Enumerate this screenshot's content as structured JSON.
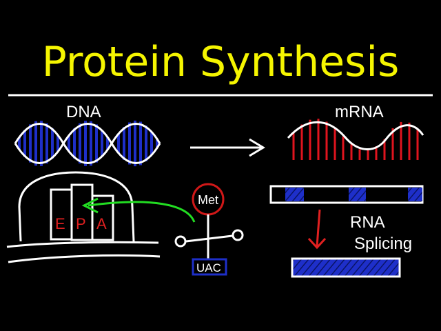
{
  "title": "Protein Synthesis",
  "labels": {
    "dna": "DNA",
    "mrna": "mRNA",
    "site_e": "E",
    "site_p": "P",
    "site_a": "A",
    "amino_acid": "Met",
    "anticodon": "UAC",
    "rna": "RNA",
    "splicing": "Splicing"
  },
  "colors": {
    "title": "#f5f500",
    "dna_bars": "#1e2fc9",
    "mrna_bars": "#e0141e",
    "sites": "#e02020",
    "arrow_green": "#22dd22",
    "splice_arrow": "#e02020",
    "exon_fill": "#1e2fc9",
    "tRNA_circle": "#d01818"
  },
  "icons": [
    "right-arrow-icon",
    "down-arrow-icon",
    "green-curved-arrow-icon"
  ]
}
